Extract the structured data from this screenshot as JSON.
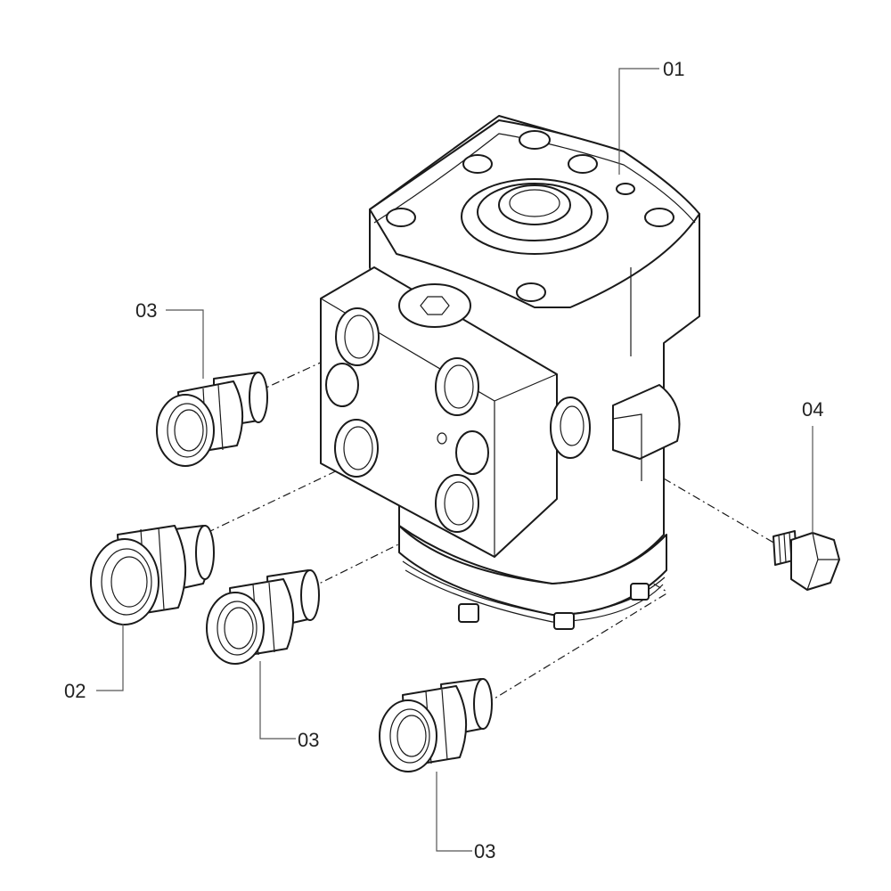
{
  "callouts": [
    {
      "id": "callout-01",
      "label": "01"
    },
    {
      "id": "callout-02",
      "label": "02"
    },
    {
      "id": "callout-03a",
      "label": "03"
    },
    {
      "id": "callout-03b",
      "label": "03"
    },
    {
      "id": "callout-03c",
      "label": "03"
    },
    {
      "id": "callout-04",
      "label": "04"
    }
  ],
  "parts": {
    "p01": "steering-unit-body",
    "p02": "large-port-fitting",
    "p03": "port-fitting",
    "p04": "hex-plug"
  }
}
